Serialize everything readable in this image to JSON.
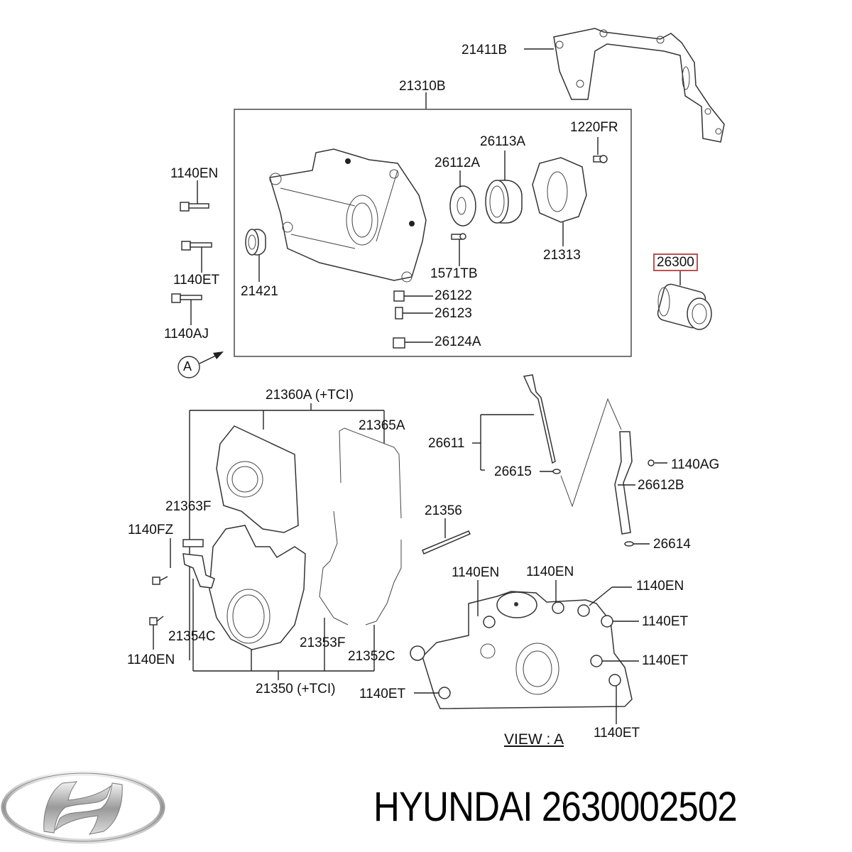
{
  "title": "HYUNDAI 2630002502",
  "brand": {
    "name": "HYUNDAI",
    "part_number": "2630002502",
    "logo": "hyundai-logo"
  },
  "highlight_color": "#c0504d",
  "labels": {
    "l21411B": "21411B",
    "l21310B": "21310B",
    "l1220FR": "1220FR",
    "l26113A": "26113A",
    "l26112A": "26112A",
    "l1140EN_a": "1140EN",
    "l1140ET_a": "1140ET",
    "l1140AJ": "1140AJ",
    "l21421": "21421",
    "l1571TB": "1571TB",
    "l21313": "21313",
    "l26122": "26122",
    "l26123": "26123",
    "l26124A": "26124A",
    "l26300": "26300",
    "circleA": "A",
    "l21360A": "21360A (+TCI)",
    "l21365A": "21365A",
    "l26611": "26611",
    "l26615": "26615",
    "l1140AG": "1140AG",
    "l26612B": "26612B",
    "l26614": "26614",
    "l21363F": "21363F",
    "l21356": "21356",
    "l1140FZ": "1140FZ",
    "l21354C": "21354C",
    "l1140EN_b": "1140EN",
    "l21353F": "21353F",
    "l21352C": "21352C",
    "l21350": "21350 (+TCI)",
    "l1140EN_c": "1140EN",
    "l1140EN_d": "1140EN",
    "l1140EN_e": "1140EN",
    "l1140ET_b": "1140ET",
    "l1140ET_c": "1140ET",
    "l1140ET_d": "1140ET",
    "l1140ET_e": "1140ET",
    "viewA": "VIEW : A"
  }
}
